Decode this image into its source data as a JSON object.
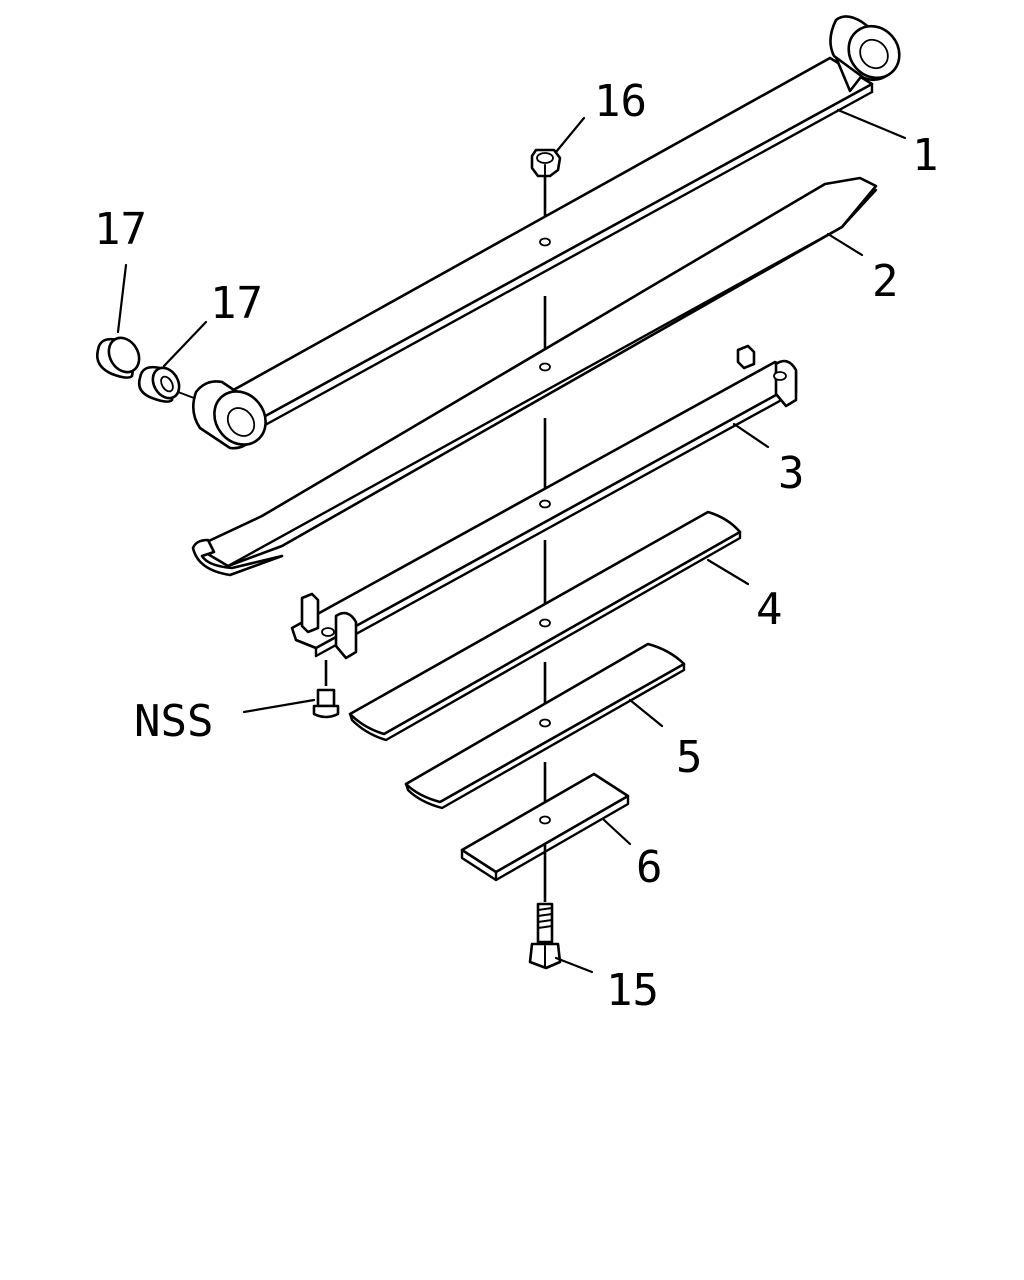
{
  "callouts": {
    "part_1": "1",
    "part_2": "2",
    "part_3": "3",
    "part_4": "4",
    "part_5": "5",
    "part_6": "6",
    "part_15": "15",
    "part_16": "16",
    "part_17_outer": "17",
    "part_17_inner": "17",
    "nss": "NSS"
  },
  "colors": {
    "line": "#000000",
    "background": "#ffffff"
  }
}
